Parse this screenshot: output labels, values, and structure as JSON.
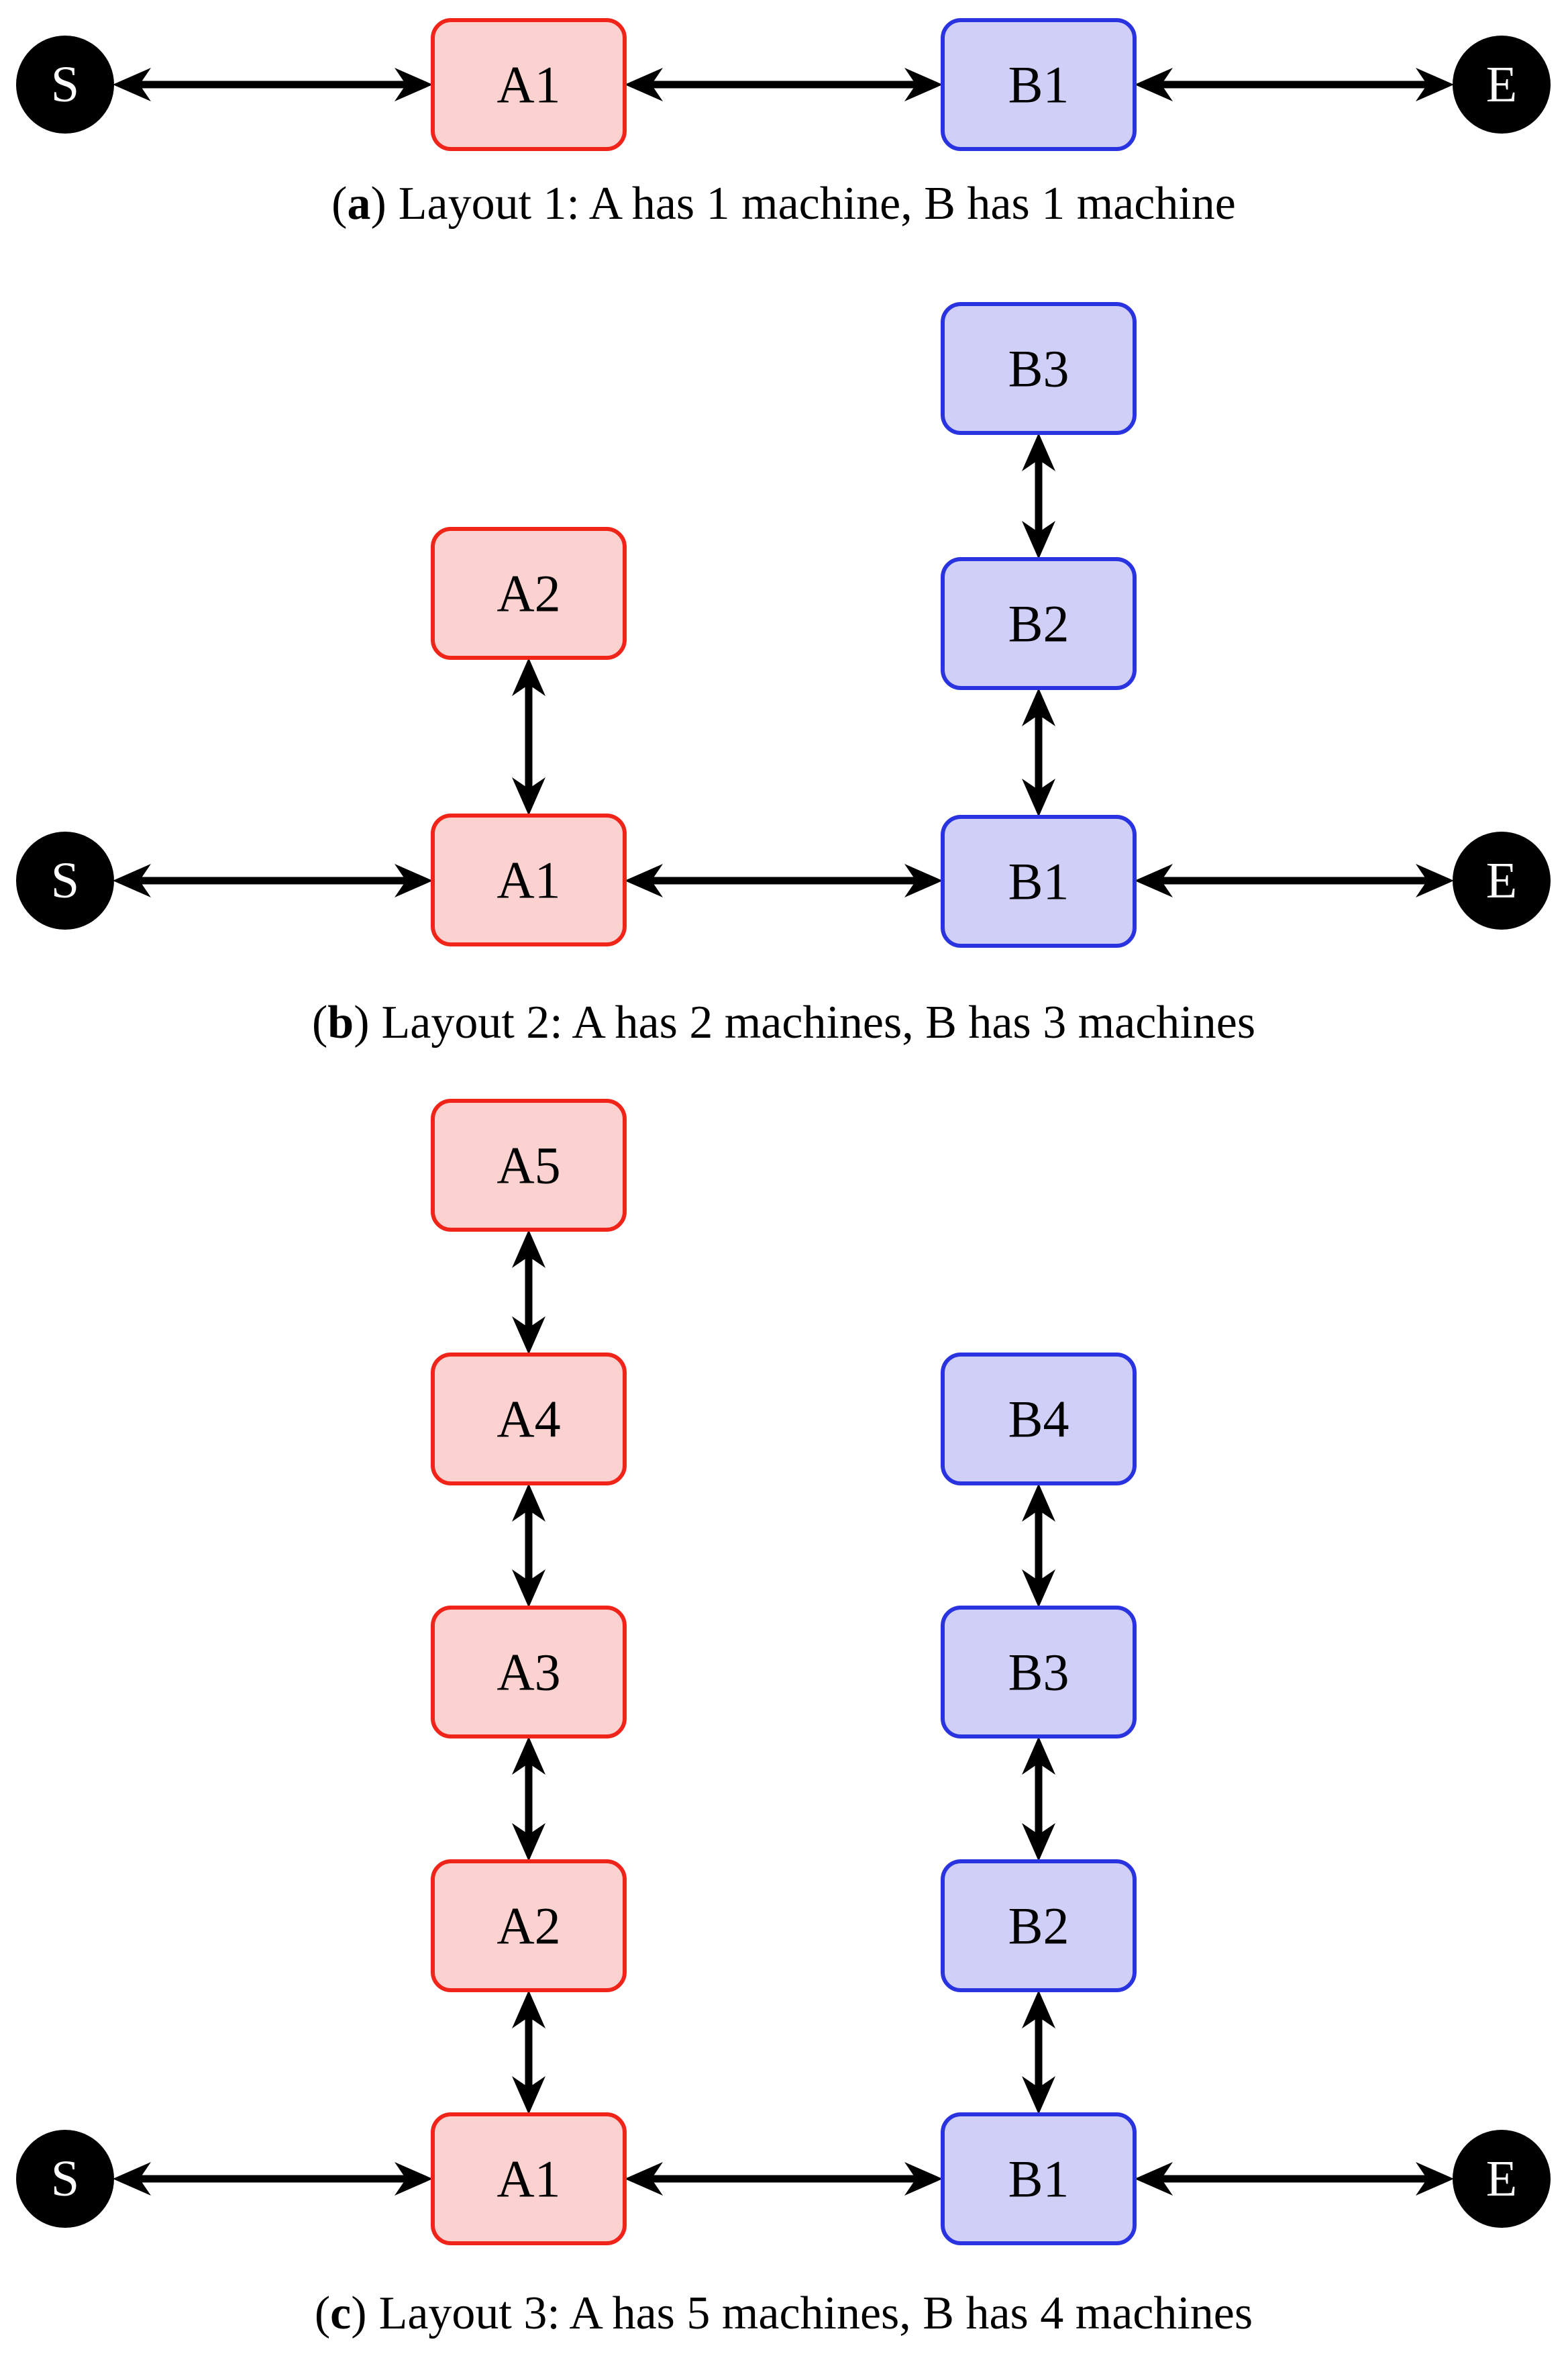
{
  "figure": {
    "terminal_start": "S",
    "terminal_end": "E",
    "caption_paren_open": "(",
    "caption_paren_close": ")",
    "colors": {
      "machine_a_fill": "#fbd2cf",
      "machine_a_border": "#f1241a",
      "machine_b_fill": "#cfcff8",
      "machine_b_border": "#2a33e0",
      "terminal_fill": "#000000",
      "terminal_text": "#ffffff",
      "arrow": "#000000",
      "caption_text": "#000000",
      "node_label_text": "#000000",
      "background": "#ffffff"
    },
    "layouts": [
      {
        "letter": "a",
        "caption": "Layout 1: A has 1 machine, B has 1 machine",
        "a_machines": [
          "A1"
        ],
        "b_machines": [
          "B1"
        ]
      },
      {
        "letter": "b",
        "caption": "Layout 2: A has 2 machines, B has 3 machines",
        "a_machines": [
          "A1",
          "A2"
        ],
        "b_machines": [
          "B1",
          "B2",
          "B3"
        ]
      },
      {
        "letter": "c",
        "caption": "Layout 3: A has 5 machines, B has 4 machines",
        "a_machines": [
          "A1",
          "A2",
          "A3",
          "A4",
          "A5"
        ],
        "b_machines": [
          "B1",
          "B2",
          "B3",
          "B4"
        ]
      }
    ]
  }
}
